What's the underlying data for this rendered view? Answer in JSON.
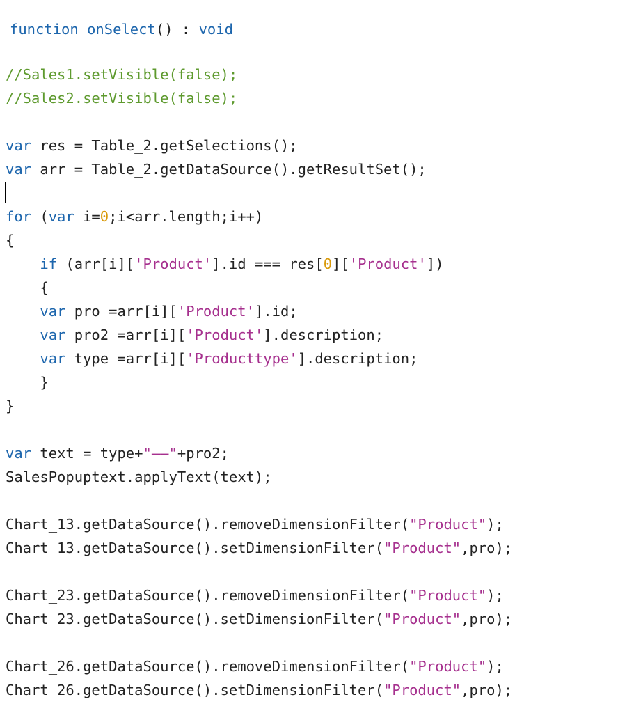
{
  "signature": {
    "keyword": "function",
    "name": "onSelect",
    "params": "()",
    "separator": ":",
    "return_type": "void"
  },
  "code": {
    "lines": [
      {
        "tokens": [
          {
            "t": "comment",
            "v": "//Sales1.setVisible(false);"
          }
        ]
      },
      {
        "tokens": [
          {
            "t": "comment",
            "v": "//Sales2.setVisible(false);"
          }
        ]
      },
      {
        "tokens": []
      },
      {
        "tokens": [
          {
            "t": "keyword",
            "v": "var"
          },
          {
            "t": "plain",
            "v": " res = Table_2.getSelections();"
          }
        ]
      },
      {
        "tokens": [
          {
            "t": "keyword",
            "v": "var"
          },
          {
            "t": "plain",
            "v": " arr = Table_2.getDataSource().getResultSet();"
          }
        ]
      },
      {
        "tokens": []
      },
      {
        "tokens": [
          {
            "t": "keyword",
            "v": "for"
          },
          {
            "t": "plain",
            "v": " ("
          },
          {
            "t": "keyword",
            "v": "var"
          },
          {
            "t": "plain",
            "v": " i="
          },
          {
            "t": "number",
            "v": "0"
          },
          {
            "t": "plain",
            "v": ";i<arr.length;i++)"
          }
        ]
      },
      {
        "tokens": [
          {
            "t": "plain",
            "v": "{"
          }
        ]
      },
      {
        "tokens": [
          {
            "t": "plain",
            "v": "    "
          },
          {
            "t": "keyword",
            "v": "if"
          },
          {
            "t": "plain",
            "v": " (arr[i]["
          },
          {
            "t": "string",
            "v": "'Product'"
          },
          {
            "t": "plain",
            "v": "].id === res["
          },
          {
            "t": "number",
            "v": "0"
          },
          {
            "t": "plain",
            "v": "]["
          },
          {
            "t": "string",
            "v": "'Product'"
          },
          {
            "t": "plain",
            "v": "])"
          }
        ]
      },
      {
        "tokens": [
          {
            "t": "plain",
            "v": "    {"
          }
        ]
      },
      {
        "tokens": [
          {
            "t": "plain",
            "v": "    "
          },
          {
            "t": "keyword",
            "v": "var"
          },
          {
            "t": "plain",
            "v": " pro =arr[i]["
          },
          {
            "t": "string",
            "v": "'Product'"
          },
          {
            "t": "plain",
            "v": "].id;"
          }
        ]
      },
      {
        "tokens": [
          {
            "t": "plain",
            "v": "    "
          },
          {
            "t": "keyword",
            "v": "var"
          },
          {
            "t": "plain",
            "v": " pro2 =arr[i]["
          },
          {
            "t": "string",
            "v": "'Product'"
          },
          {
            "t": "plain",
            "v": "].description;"
          }
        ]
      },
      {
        "tokens": [
          {
            "t": "plain",
            "v": "    "
          },
          {
            "t": "keyword",
            "v": "var"
          },
          {
            "t": "plain",
            "v": " type =arr[i]["
          },
          {
            "t": "string",
            "v": "'Producttype'"
          },
          {
            "t": "plain",
            "v": "].description;"
          }
        ]
      },
      {
        "tokens": [
          {
            "t": "plain",
            "v": "    }"
          }
        ]
      },
      {
        "tokens": [
          {
            "t": "plain",
            "v": "}"
          }
        ]
      },
      {
        "tokens": []
      },
      {
        "tokens": [
          {
            "t": "keyword",
            "v": "var"
          },
          {
            "t": "plain",
            "v": " text = type+"
          },
          {
            "t": "string",
            "v": "\"——\""
          },
          {
            "t": "plain",
            "v": "+pro2;"
          }
        ]
      },
      {
        "tokens": [
          {
            "t": "plain",
            "v": "SalesPopuptext.applyText(text);"
          }
        ]
      },
      {
        "tokens": []
      },
      {
        "tokens": [
          {
            "t": "plain",
            "v": "Chart_13.getDataSource().removeDimensionFilter("
          },
          {
            "t": "string",
            "v": "\"Product\""
          },
          {
            "t": "plain",
            "v": ");"
          }
        ]
      },
      {
        "tokens": [
          {
            "t": "plain",
            "v": "Chart_13.getDataSource().setDimensionFilter("
          },
          {
            "t": "string",
            "v": "\"Product\""
          },
          {
            "t": "plain",
            "v": ",pro);"
          }
        ]
      },
      {
        "tokens": []
      },
      {
        "tokens": [
          {
            "t": "plain",
            "v": "Chart_23.getDataSource().removeDimensionFilter("
          },
          {
            "t": "string",
            "v": "\"Product\""
          },
          {
            "t": "plain",
            "v": ");"
          }
        ]
      },
      {
        "tokens": [
          {
            "t": "plain",
            "v": "Chart_23.getDataSource().setDimensionFilter("
          },
          {
            "t": "string",
            "v": "\"Product\""
          },
          {
            "t": "plain",
            "v": ",pro);"
          }
        ]
      },
      {
        "tokens": []
      },
      {
        "tokens": [
          {
            "t": "plain",
            "v": "Chart_26.getDataSource().removeDimensionFilter("
          },
          {
            "t": "string",
            "v": "\"Product\""
          },
          {
            "t": "plain",
            "v": ");"
          }
        ]
      },
      {
        "tokens": [
          {
            "t": "plain",
            "v": "Chart_26.getDataSource().setDimensionFilter("
          },
          {
            "t": "string",
            "v": "\"Product\""
          },
          {
            "t": "plain",
            "v": ",pro);"
          }
        ]
      }
    ]
  }
}
